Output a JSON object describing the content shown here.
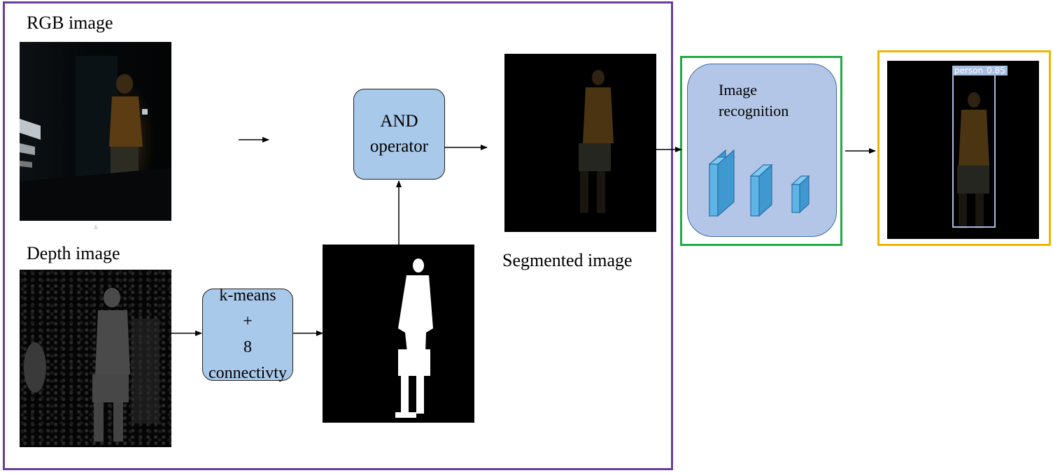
{
  "labels": {
    "rgb": "RGB image",
    "depth": "Depth image",
    "segmented": "Segmented image"
  },
  "nodes": {
    "and_operator": "AND operator",
    "kmeans_line1": "k-means",
    "kmeans_line2": "+",
    "kmeans_line3": "8 connectivty",
    "recognition_line1": "Image",
    "recognition_line2": "recognition"
  },
  "detection": {
    "class_label": "person",
    "score": "0.85"
  },
  "colors": {
    "segmentation_frame": "#6a3d9a",
    "recognition_frame": "#22aa44",
    "output_frame": "#f0b400",
    "process_box": "#a9c9ea",
    "recognition_box": "#b4c6e7",
    "cuboid": "#5fb4e6",
    "bbox": "#a9bde0"
  }
}
